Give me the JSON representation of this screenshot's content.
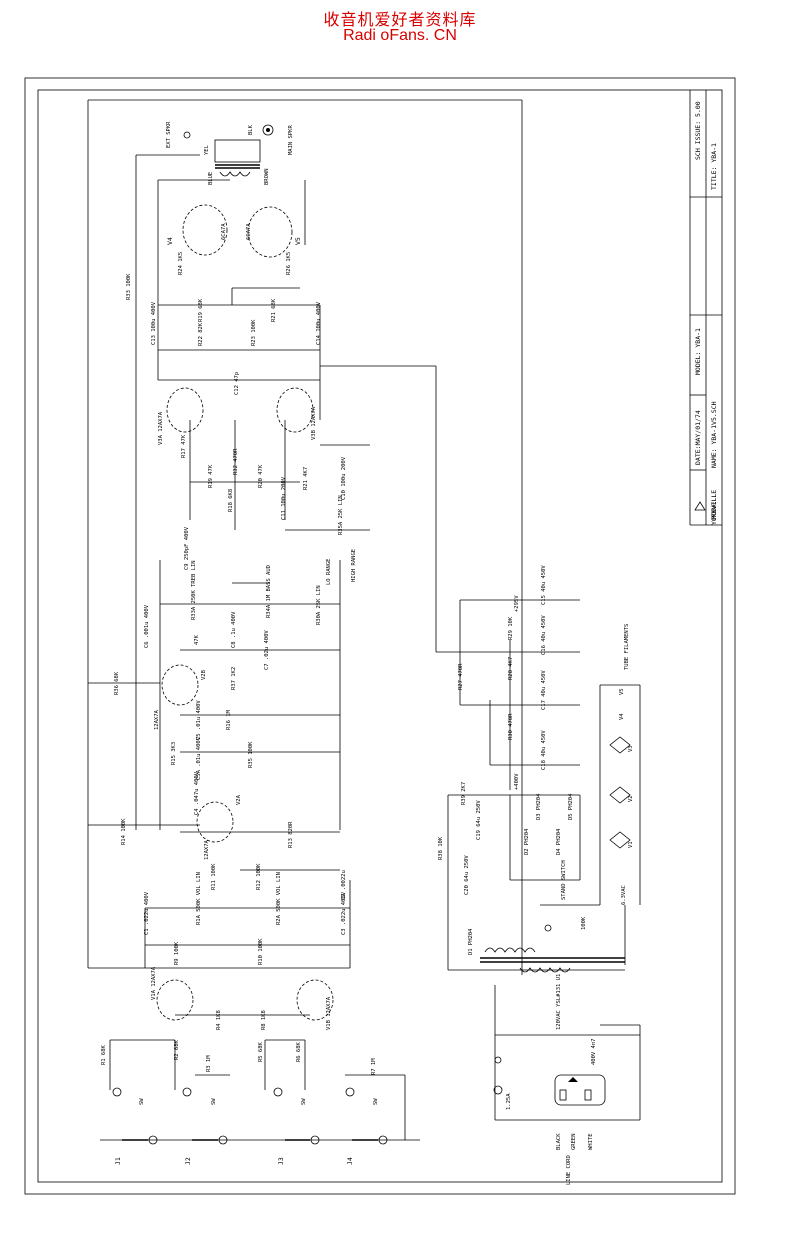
{
  "header": {
    "watermark_cn": "收音机爱好者资料库",
    "watermark_en": "Radi oFans. CN"
  },
  "title_block": {
    "sch_issue": "SCH ISSUE: 5.00",
    "title": "TITLE: YBA-1",
    "model": "MODEL: YBA-1",
    "date": "DATE:MAY/01/74",
    "name": "NAME: YBA-1V5.SCH",
    "pcb": "PCB#:",
    "company": "YORKVILLE"
  },
  "output_stage": {
    "ext_spkr": "EXT SPKR",
    "main_spkr": "MAIN SPKR",
    "yel": "YEL",
    "blk": "BLK",
    "blue": "BLUE",
    "brown": "BROWN",
    "v4": "V4",
    "v5": "V5",
    "tube": "6CA7A",
    "r24": "R24 1K5",
    "r26": "R26 1K5",
    "r33": "R33 100K",
    "c13": "C13 100u 400V",
    "c14": "C14 100u 400V",
    "r19b": "R19 68K",
    "r21b": "R21 68K",
    "r22": "R22 82K",
    "r23": "R23 100K",
    "c12": "C12 47p"
  },
  "phase_inverter": {
    "v3a": "V3A 12AX7A",
    "v3b": "V3B 12AX7A",
    "r17": "R17 47K",
    "r19": "R19 47K",
    "r32": "R32 470R",
    "r20": "R20 47K",
    "r18": "R18 6K8",
    "r21": "R21 4K7",
    "c11": "C11 100u 200V",
    "c10": "C10 100u 200V",
    "r35a": "R35A 25K LIN",
    "high_range": "HIGH RANGE"
  },
  "tone_stack": {
    "r33a": "R33A 250K TREB LIN",
    "c9": "C9 250pF 400V",
    "r34a": "R34A 1M BASS AUD",
    "c8": "C8 .1u 400V",
    "c7": "C7 .02u 400V",
    "r30a": "R30A 25K LIN",
    "lo_range": "LO RANGE",
    "c6": "C6 .001u 400V",
    "r_47k": "47K",
    "c_01": ".01u 400V"
  },
  "preamp": {
    "v2a": "V2A",
    "v2b": "V2B",
    "tube": "12AX7A",
    "r36": "R36 68K",
    "r37": "R37 1K2",
    "r16": "R16 1M",
    "r15": "R15 3K3",
    "r35": "R35 100K",
    "c5": "C5 .01u 400V",
    "c5a": "C5A .01u 400V",
    "c4": "C4 .047u 400V",
    "r14": "R14 100K",
    "r13": "R13 820R",
    "r11": "R11 100K",
    "r12": "R12 100K",
    "r1a": "R1A 500K VOL LIN",
    "r2a": "R2A 500K VOL LIN",
    "c1": "C1 .022u 400V",
    "c3": "C3 .022u 400V",
    "c2": "C2 .0022u",
    "r9": "R9 100K",
    "r10": "R10 100K",
    "v1a": "V1A 12AX7A",
    "v1b": "V1B 12AX7A",
    "r4": "R4 1K8",
    "r8": "R8 1K8",
    "r1": "R1 68K",
    "r2": "R2 68K",
    "r3": "R3 1M",
    "r5": "R5 68K",
    "r6": "R6 68K",
    "r7": "R7 1M",
    "jacks": [
      "J1",
      "J2",
      "J3",
      "J4"
    ],
    "sw": "SW"
  },
  "power_supply": {
    "v295": "+295V",
    "v400": "+400V",
    "c15": "C15 40u 450V",
    "c16": "C16 40u 450V",
    "c17": "C17 40u 450V",
    "c18": "C18 40u 450V",
    "r29": "R29 10K",
    "r28": "R28 4K7",
    "r27": "R27 470R",
    "r30": "R30 470R",
    "d2": "D2 PH204",
    "d3": "D3 PH204",
    "d4": "D4 PH204",
    "d5": "D5 PH204",
    "d1": "D1 PH204",
    "r38": "R38 10K",
    "r39": "R39 2K7",
    "c20": "C20 64u 250V",
    "c19": "C19 64u 250V",
    "stand_switch": "STAND SWITCH",
    "r_100k": "100K",
    "transformer": "120VAC YSL#131 U1",
    "fuse": "1.25A",
    "c_cord": "400V 4n7",
    "line_cord": "LINE CORD",
    "wires": [
      "BLACK",
      "GREEN",
      "WHITE"
    ],
    "filaments": "TUBE FILAMENTS",
    "v6_3": "6.3VAC",
    "tubes": [
      "V5",
      "V4",
      "V3",
      "V2",
      "V1"
    ]
  }
}
